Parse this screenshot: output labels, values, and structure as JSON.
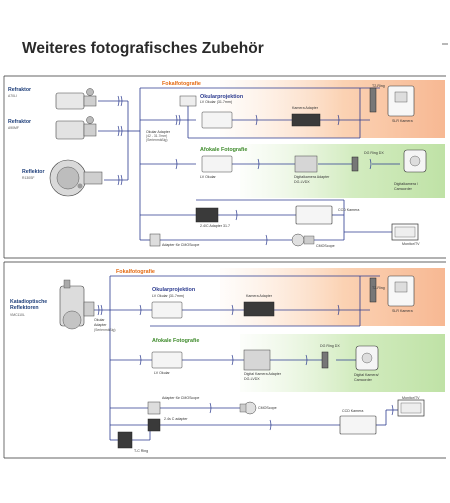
{
  "page": {
    "title": "Weiteres fotografisches Zubehör"
  },
  "top_panel": {
    "scopes": [
      {
        "name": "Refraktor",
        "model": "A70LI"
      },
      {
        "name": "Refraktor",
        "model": "A90MF"
      },
      {
        "name": "Reflektor",
        "model": "R130SF"
      }
    ],
    "okular_adapter": [
      "Okular Adapter",
      "(42 - 31.7mm)",
      "(Serienmäßig)"
    ],
    "fokal_title": "Fokalfotografie",
    "okularprojektion": {
      "title": "Okularprojektion",
      "sub": "LV Okular (31.7mm)"
    },
    "kamera_adapter": "Kamera Adapter",
    "t2_ring": "T2-Ring",
    "slr_kamera": "SLR Kamera",
    "afokale_title": "Afokale Fotografie",
    "lv_okular": "LV Okular",
    "dg_ring_dx": "DG Ring DX",
    "digital_adapter": [
      "Digitalkamera Adapter",
      "DG-LVDX"
    ],
    "digital_kamera": [
      "Digitalkamera /",
      "Camcorder"
    ],
    "ccd_kamera": "CCD Kamera",
    "adapter_2x": "2.4/C Adapter 31.7",
    "monitor_tv": "Monitor/TV",
    "cmoscope": "CMOScope",
    "adapter_cmoscope": "Adapter für CMOScope"
  },
  "bottom_panel": {
    "scope": {
      "name1": "Katadioptische",
      "name2": "Reflektoren",
      "model": "VMC110L"
    },
    "okular_adapter": [
      "Okular",
      "Adapter",
      "(Serienmäßig)"
    ],
    "fokal_title": "Fokalfotografie",
    "okularprojektion": {
      "title": "Okularprojektion",
      "sub": "LV Okular (31.7mm)"
    },
    "kamera_adapter": "Kamera Adapter",
    "t2_ring": "T2-Ring",
    "slr_kamera": "SLR Kamera",
    "afokale_title": "Afokale Fotografie",
    "lv_okular": "LV Okular",
    "digital_adapter": [
      "Digital Kamera Adapter",
      "DG-LVDX"
    ],
    "dg_ring_dx": "DG Ring DX",
    "digital_kamera": [
      "Digital Kamera/",
      "Camcorder"
    ],
    "adapter_cmoscope": "Adapter für CMOScope",
    "cmoscope": "CMOScope",
    "ccd_kamera": "CCD Kamera",
    "monitor_tv": "Monitor/TV",
    "adapter_2x": "2.4s C adapter",
    "tc_ring": "T-C Ring"
  }
}
